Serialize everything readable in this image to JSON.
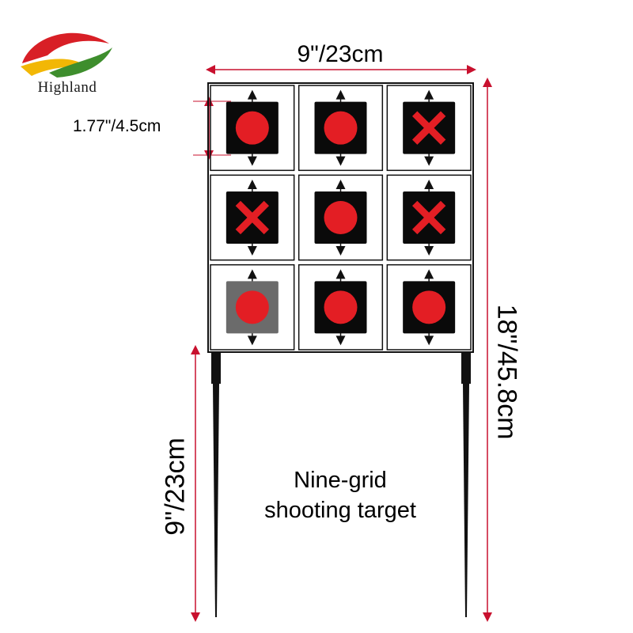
{
  "brand": {
    "name": "Highland",
    "logo_icon": "highland-swoosh-logo-icon"
  },
  "dimensions": {
    "width": "9\"/23cm",
    "target_size": "1.77\"/4.5cm",
    "height": "18\"/45.8cm",
    "stake_length": "9\"/23cm"
  },
  "caption": {
    "line1": "Nine-grid",
    "line2": "shooting target"
  },
  "grid": {
    "rows": [
      [
        "circle",
        "circle",
        "cross"
      ],
      [
        "cross",
        "circle",
        "cross"
      ],
      [
        "circle",
        "circle",
        "circle"
      ]
    ]
  },
  "colors": {
    "target_face": "#e31e24",
    "plate": "#0a0a0a",
    "dimension_line": "#c8102e",
    "frame": "#111111"
  }
}
